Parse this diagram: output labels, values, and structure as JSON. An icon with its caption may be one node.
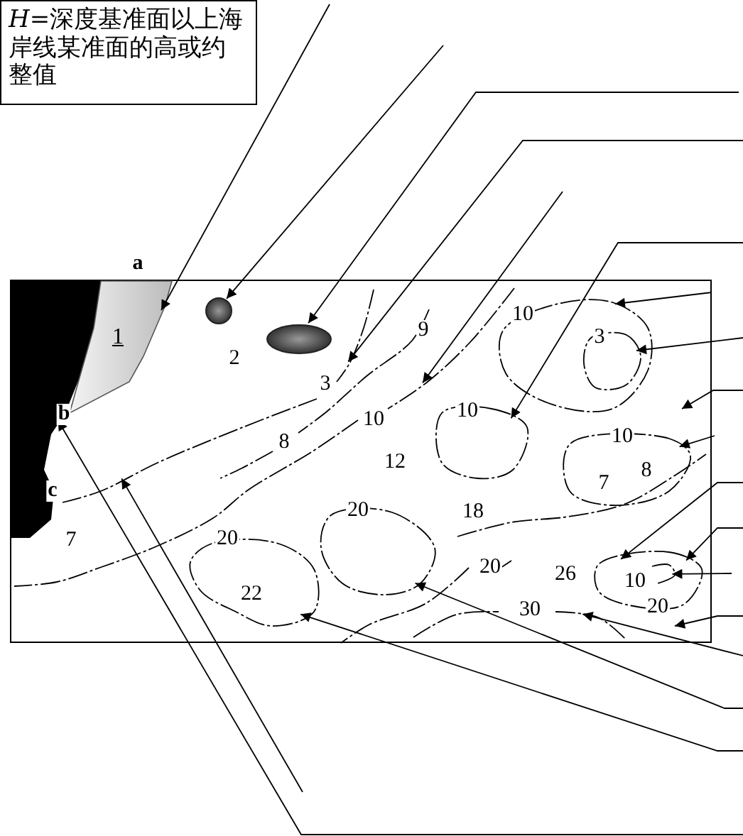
{
  "diagram": {
    "nodes": [
      {
        "text": [
          "*H*=深度基准面以上海岸线某准面的高或约整值"
        ]
      },
      {
        "text": [],
        "shape": "box"
      },
      {
        "text": [],
        "shape": "area",
        "in": 1
      },
      {
        "text": [
          "1"
        ],
        "in": 1
      },
      {
        "text": [],
        "shape": "circle",
        "in": 1
      },
      {
        "text": [],
        "shape": "ellipse",
        "in": 1
      },
      {
        "text": [],
        "shape": "curve",
        "in": 1
      },
      {
        "text": [],
        "shape": "curve",
        "in": 1
      },
      {
        "text": [],
        "shape": "loop",
        "in": 1
      },
      {
        "text": [],
        "shape": "loop",
        "in": 8
      },
      {
        "text": [],
        "shape": "loop",
        "in": 1
      },
      {
        "text": [],
        "shape": "loop",
        "in": 1
      },
      {
        "text": [],
        "shape": "loop",
        "in": 1
      },
      {
        "text": [],
        "shape": "loop",
        "in": 1
      },
      {
        "text": [],
        "shape": "curve",
        "in": 13
      },
      {
        "text": [],
        "shape": "loop",
        "in": 1
      },
      {
        "text": [],
        "shape": "curve",
        "in": 1
      },
      {
        "text": [],
        "shape": "curve",
        "in": 1
      }
    ],
    "edges": [
      {
        "from": null,
        "to": 3,
        "arrow": "to"
      },
      {
        "from": null,
        "to": 4,
        "arrow": "to"
      },
      {
        "from": null,
        "to": 5,
        "arrow": "to"
      },
      {
        "from": null,
        "to": 6,
        "arrow": "to"
      },
      {
        "from": null,
        "to": 7,
        "arrow": "to"
      },
      {
        "from": null,
        "to": 10,
        "arrow": "to"
      },
      {
        "from": null,
        "to": 8,
        "arrow": "to"
      },
      {
        "from": null,
        "to": 9,
        "arrow": "to"
      },
      {
        "from": null,
        "to": 1,
        "arrow": "to"
      },
      {
        "from": null,
        "to": 11,
        "arrow": "to"
      },
      {
        "from": null,
        "to": 13,
        "arrow": "to"
      },
      {
        "from": null,
        "to": 13,
        "arrow": "to"
      },
      {
        "from": null,
        "to": 14,
        "arrow": "to"
      },
      {
        "from": null,
        "to": 1,
        "arrow": "to"
      },
      {
        "from": null,
        "to": 16,
        "arrow": "to"
      },
      {
        "from": null,
        "to": 12,
        "arrow": "to"
      },
      {
        "from": null,
        "to": 15,
        "arrow": "to"
      },
      {
        "from": null,
        "to": 17,
        "arrow": "to"
      },
      {
        "from": null,
        "to": 2,
        "arrow": "to"
      }
    ],
    "labels": [
      "a",
      "2",
      "10",
      "9",
      "3",
      "3",
      "10",
      "b",
      "10",
      "8",
      "10",
      "12",
      "8",
      "c",
      "7",
      "18",
      "20",
      "7",
      "20",
      "20",
      "26",
      "10",
      "22",
      "20",
      "30"
    ]
  }
}
